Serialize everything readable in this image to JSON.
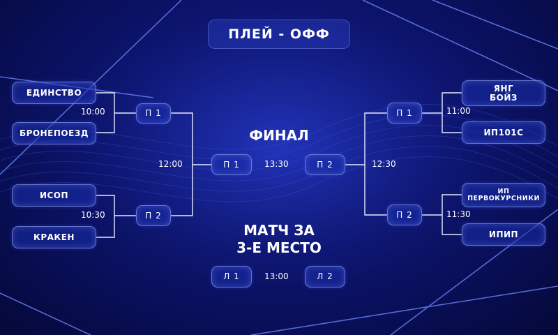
{
  "title": "ПЛЕЙ - ОФФ",
  "final_label": "ФИНАЛ",
  "third_place_label_line1": "МАТЧ ЗА",
  "third_place_label_line2": "3-Е МЕСТО",
  "left": {
    "teams": [
      "ЕДИНСТВО",
      "БРОНЕПОЕЗД",
      "ИСОП",
      "КРАКЕН"
    ],
    "semis": [
      "П 1",
      "П 2"
    ],
    "times": [
      "10:00",
      "10:30",
      "12:00"
    ],
    "final_slot": "П 1"
  },
  "right": {
    "teams": [
      "ЯНГ БОЙЗ",
      "ИП101С",
      "ИП ПЕРВОКУРСНИКИ",
      "ИПИП"
    ],
    "semis": [
      "П 1",
      "П 2"
    ],
    "times": [
      "11:00",
      "11:30",
      "12:30"
    ],
    "final_slot": "П 2"
  },
  "final_time": "13:30",
  "third_place": {
    "left_slot": "Л 1",
    "time": "13:00",
    "right_slot": "Л 2"
  }
}
